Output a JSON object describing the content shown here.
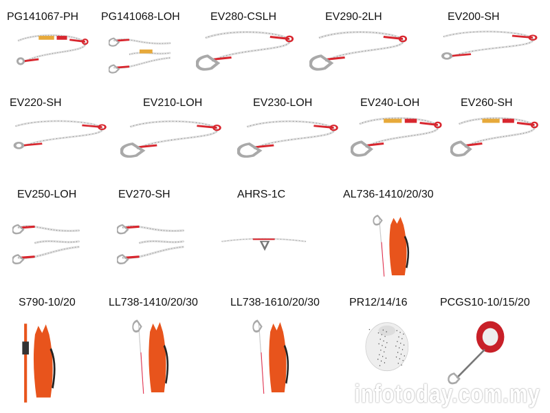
{
  "products": [
    {
      "code": "PG141067-PH",
      "kind": "lanyard-absorber"
    },
    {
      "code": "PG141068-LOH",
      "kind": "lanyard-double-absorber"
    },
    {
      "code": "EV280-CSLH",
      "kind": "lanyard-hook"
    },
    {
      "code": "EV290-2LH",
      "kind": "lanyard-hook"
    },
    {
      "code": "EV200-SH",
      "kind": "lanyard-eye"
    },
    {
      "code": "EV220-SH",
      "kind": "lanyard-eye"
    },
    {
      "code": "EV210-LOH",
      "kind": "lanyard-hook"
    },
    {
      "code": "EV230-LOH",
      "kind": "lanyard-hook"
    },
    {
      "code": "EV240-LOH",
      "kind": "lanyard-absorber-hook"
    },
    {
      "code": "EV260-SH",
      "kind": "lanyard-absorber-hook"
    },
    {
      "code": "EV250-LOH",
      "kind": "lanyard-double"
    },
    {
      "code": "EV270-SH",
      "kind": "lanyard-double"
    },
    {
      "code": "AHRS-1C",
      "kind": "horizontal-line"
    },
    {
      "code": "AL736-1410/20/30",
      "kind": "rope-bag"
    },
    {
      "code": "S790-10/20",
      "kind": "strap-bag"
    },
    {
      "code": "LL738-1410/20/30",
      "kind": "rope-bag"
    },
    {
      "code": "LL738-1610/20/30",
      "kind": "rope-bag"
    },
    {
      "code": "PR12/14/16",
      "kind": "rope-coil"
    },
    {
      "code": "PCGS10-10/15/20",
      "kind": "retractable"
    }
  ],
  "watermark": "infotoday.com.my",
  "colors": {
    "rope_accent": "#d8262e",
    "bag": "#e8541c",
    "metal": "#a9a9a9"
  }
}
